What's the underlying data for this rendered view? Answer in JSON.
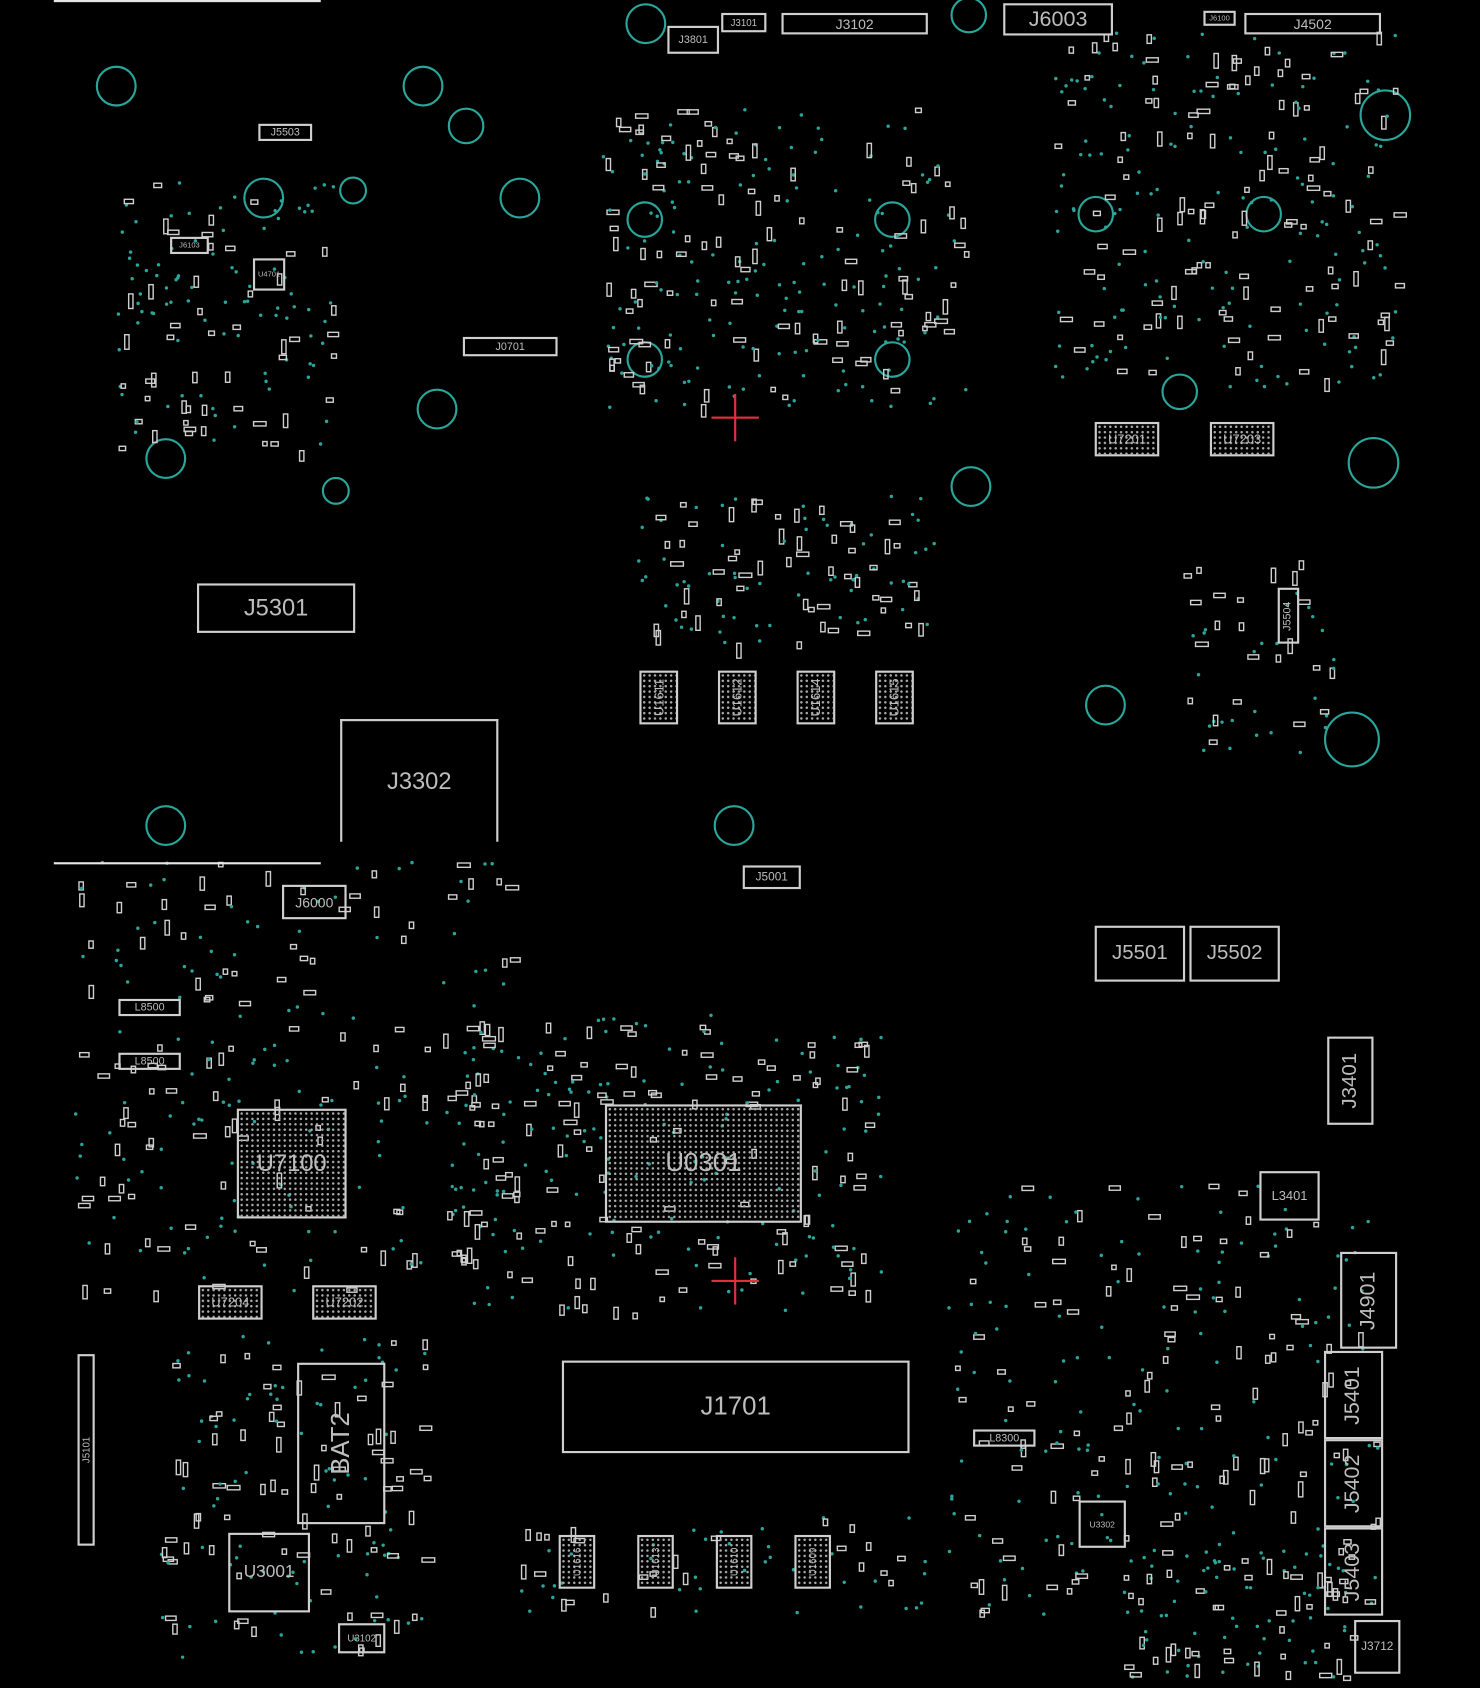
{
  "viewer": {
    "title": "Boardview"
  },
  "colors": {
    "background": "#000000",
    "outline": "#cfcfcf",
    "via": "#2aa59a",
    "crosshair": "#e0303a"
  },
  "components": {
    "j3801": "J3801",
    "j3101": "J3101",
    "j3102": "J3102",
    "j6003": "J6003",
    "j6100": "J6100",
    "j4502": "J4502",
    "j5503": "J5503",
    "j6103": "J6103",
    "u4701": "U4701",
    "j0701": "J0701",
    "j5301": "J5301",
    "j3302": "J3302",
    "u1611": "U1611",
    "u1612": "U1612",
    "u1614": "U1614",
    "u1615": "U1615",
    "u7201": "U7201",
    "u7203": "U7203",
    "j5504": "J5504",
    "j6000": "J6000",
    "j5001": "J5001",
    "j5501": "J5501",
    "j5502": "J5502",
    "j3401": "J3401",
    "l3401": "L3401",
    "j4901": "J4901",
    "j5401": "J5401",
    "j5402": "J5402",
    "j5403": "J5403",
    "j3712": "J3712",
    "u7100": "U7100",
    "u0301": "U0301",
    "u7204": "U7204",
    "u7202": "U7202",
    "j1701": "J1701",
    "bat2": "BAT2",
    "u3001": "U3001",
    "u3102": "U3102",
    "l8500a": "L8500",
    "l8500b": "L8500",
    "j5101": "J5101",
    "u1616": "U1616",
    "u1613": "U1613",
    "u1610": "U1610",
    "u1609": "U1609",
    "l8300": "L8300",
    "u3302": "U3302"
  }
}
